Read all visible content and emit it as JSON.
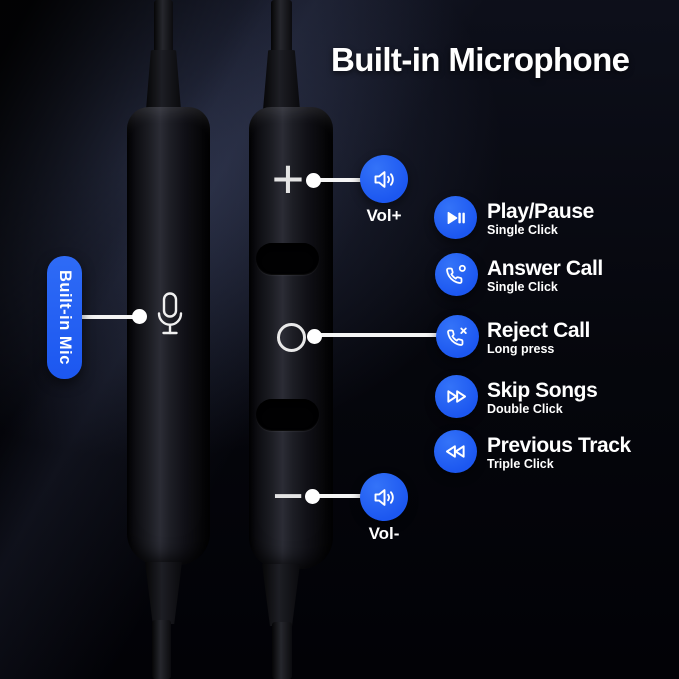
{
  "title": "Built-in Microphone",
  "mic_label": "Built-in Mic",
  "remote": {
    "volume_up_symbol": "+",
    "volume_down_symbol": "−"
  },
  "volume_callouts": {
    "up_label": "Vol+",
    "down_label": "Vol-"
  },
  "features": [
    {
      "name": "Play/Pause",
      "action": "Single Click",
      "icon": "play-pause-icon"
    },
    {
      "name": "Answer Call",
      "action": "Single Click",
      "icon": "answer-call-icon"
    },
    {
      "name": "Reject Call",
      "action": "Long press",
      "icon": "reject-call-icon"
    },
    {
      "name": "Skip Songs",
      "action": "Double Click",
      "icon": "skip-songs-icon"
    },
    {
      "name": "Previous Track",
      "action": "Triple Click",
      "icon": "previous-track-icon"
    }
  ],
  "colors": {
    "accent": "#1c57f0",
    "text": "#ffffff",
    "background": "#05060c"
  }
}
